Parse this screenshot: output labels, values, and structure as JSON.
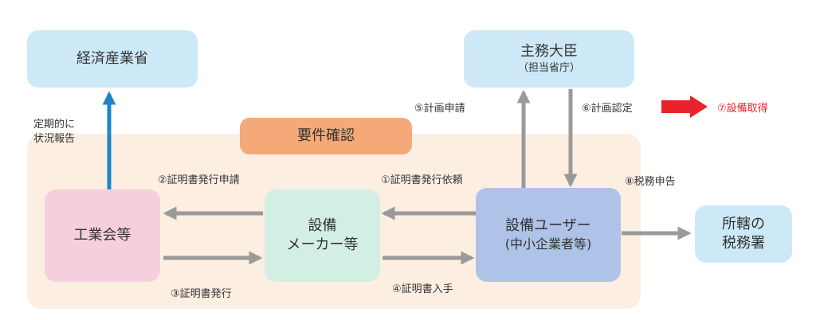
{
  "colors": {
    "light_blue": "#cde9f8",
    "peach_region": "#fdeee2",
    "orange_label": "#f5a878",
    "pink": "#f5d0dc",
    "mint": "#d3efe4",
    "periwinkle": "#aec3e7",
    "gray_arrow": "#9a9a9a",
    "blue_arrow": "#1c86c8",
    "red_arrow": "#e8232b"
  },
  "nodes": {
    "meti": "経済産業省",
    "minister": "主務大臣",
    "minister_sub": "（担当省庁）",
    "requirement_label": "要件確認",
    "industry": "工業会等",
    "maker_line1": "設備",
    "maker_line2": "メーカー等",
    "user_line1": "設備ユーザー",
    "user_line2": "(中小企業者等)",
    "tax_office_line1": "所轄の",
    "tax_office_line2": "税務署"
  },
  "labels": {
    "periodic_line1": "定期的に",
    "periodic_line2": "状況報告",
    "step1": "①証明書発行依頼",
    "step2": "②証明書発行申請",
    "step3": "③証明書発行",
    "step4": "④証明書入手",
    "step5": "⑤計画申請",
    "step6": "⑥計画認定",
    "step7": "⑦設備取得",
    "step8": "⑧税務申告"
  }
}
